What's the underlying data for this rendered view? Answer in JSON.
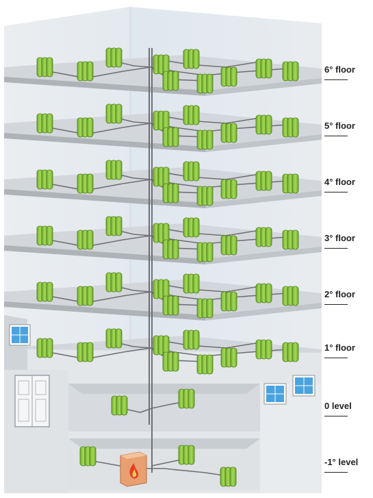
{
  "diagram": {
    "floors": [
      {
        "label": "6° floor"
      },
      {
        "label": "5° floor"
      },
      {
        "label": "4° floor"
      },
      {
        "label": "3° floor"
      },
      {
        "label": "2° floor"
      },
      {
        "label": "1° floor"
      },
      {
        "label": "0  level"
      },
      {
        "label": "-1° level"
      }
    ],
    "colors": {
      "radiator": "#8cc63f",
      "radiator_dark": "#4a7a1a",
      "slab": "#d3d7db",
      "slab_edge": "#aeb3b8",
      "wall": "#e3e6e9",
      "pipe": "#6d6f72",
      "boiler": "#e8a070",
      "window": "#4aa3df"
    },
    "icons": [
      "radiator-icon",
      "boiler-icon",
      "flame-icon",
      "window-icon",
      "door-icon"
    ]
  }
}
